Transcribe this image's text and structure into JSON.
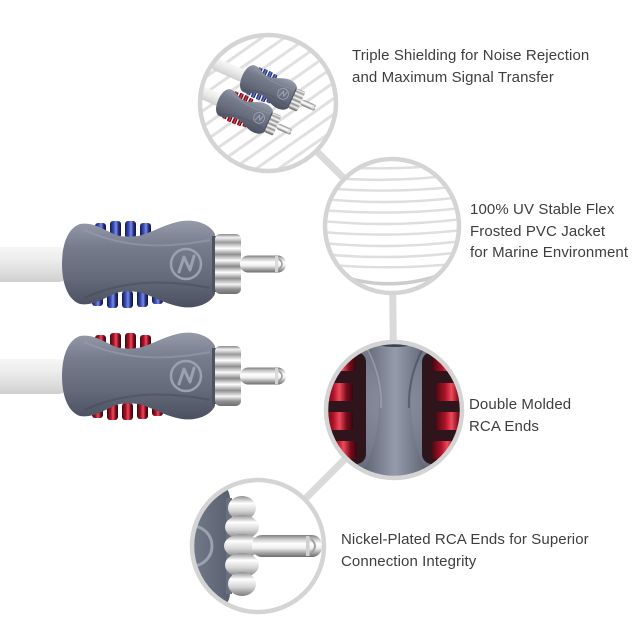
{
  "page": {
    "kind": "product-feature-callout-image",
    "background": "#ffffff"
  },
  "callouts": [
    {
      "name": "triple-shielding",
      "lines": [
        "Triple Shielding for Noise Rejection",
        "and Maximum Signal Transfer"
      ]
    },
    {
      "name": "uv-stable-jacket",
      "lines": [
        "100% UV Stable Flex",
        "Frosted PVC Jacket",
        "for Marine Environment"
      ]
    },
    {
      "name": "double-molded",
      "lines": [
        "Double Molded",
        "RCA Ends"
      ]
    },
    {
      "name": "nickel-plated",
      "lines": [
        "Nickel-Plated RCA Ends for Superior",
        "Connection Integrity"
      ]
    }
  ],
  "product": {
    "description": "Two-channel RCA audio interconnect cable, white marine-grade jacket, grey double-molded ends",
    "channel_accents": [
      "blue",
      "red"
    ]
  },
  "icons": {
    "brand_logo": "circled-n-swirl-emblem"
  },
  "colors": {
    "text": "#3e3e3e",
    "callout_circle_border": "#d4d4d4",
    "callout_connector_line": "#dadada",
    "connector_body_grey": "#6c7282",
    "accent_blue": "#3d51c0",
    "accent_red": "#b01228",
    "cable_white": "#efefef",
    "nickel_chrome": "#e8e8e8"
  }
}
